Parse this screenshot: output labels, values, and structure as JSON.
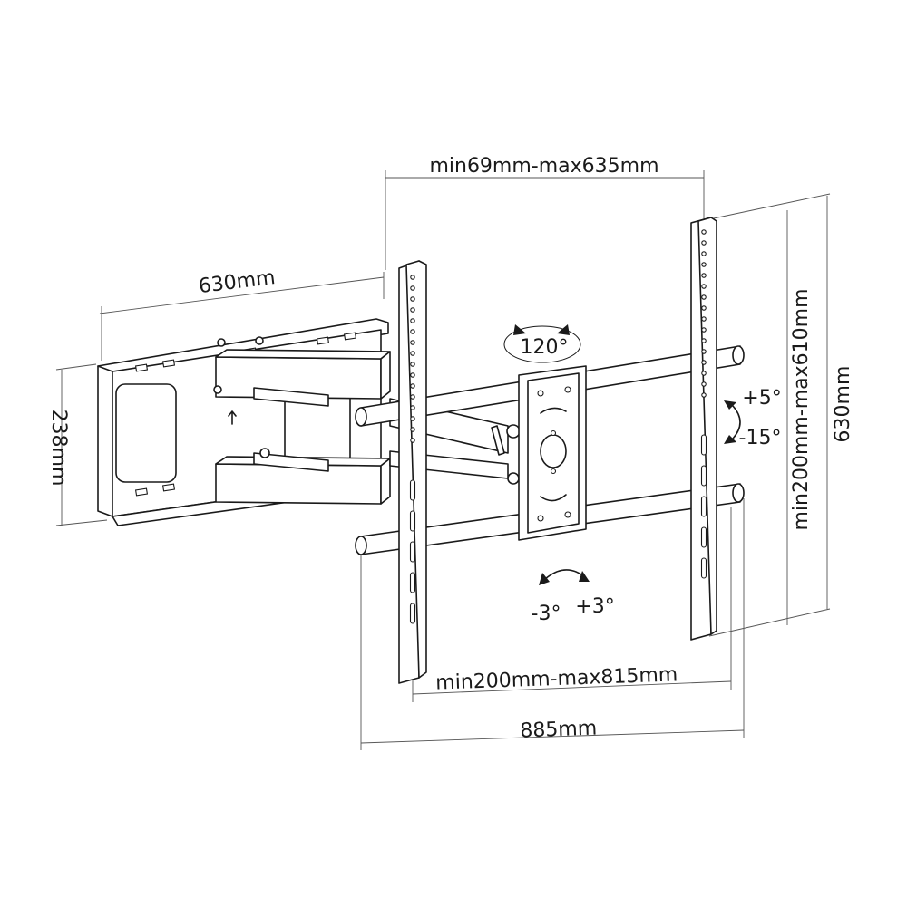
{
  "dimensions": {
    "arm_extension": "min69mm-max635mm",
    "arm_length": "630mm",
    "wall_plate_height": "238mm",
    "vesa_vertical": "min200mm-max610mm",
    "bracket_height": "630mm",
    "vesa_horizontal": "min200mm-max815mm",
    "total_width": "885mm"
  },
  "angles": {
    "swivel": "120°",
    "tilt_up": "+5°",
    "tilt_down": "-15°",
    "level_left": "-3°",
    "level_right": "+3°"
  }
}
